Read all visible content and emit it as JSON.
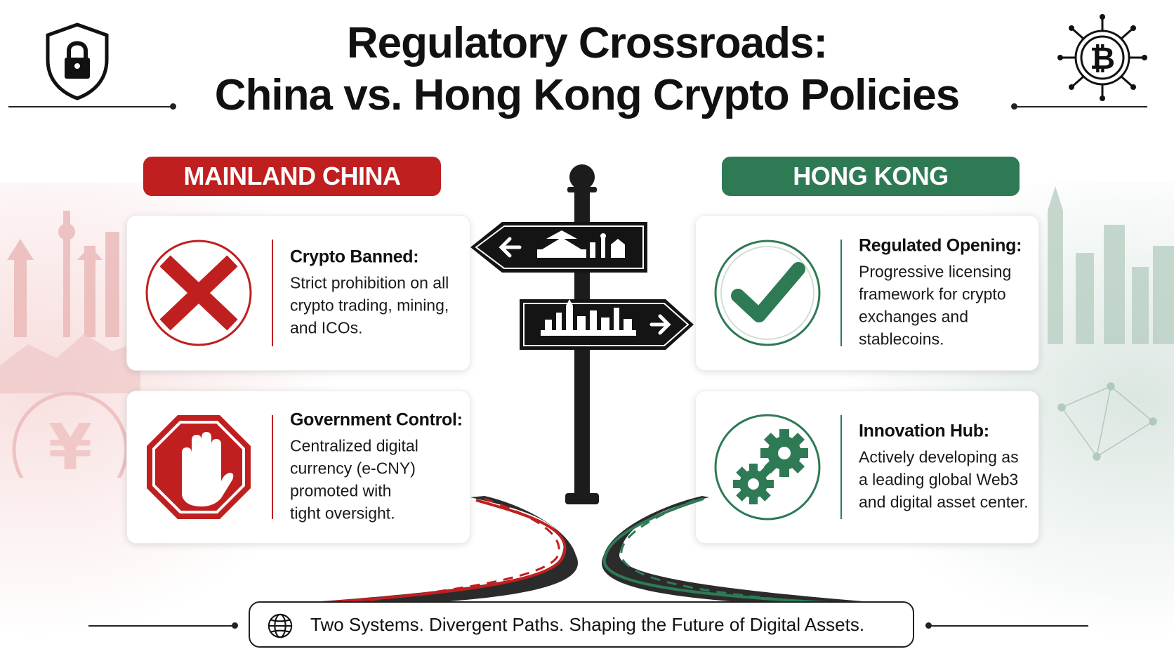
{
  "title": {
    "line1": "Regulatory Crossroads:",
    "line2": "China vs. Hong Kong Crypto Policies"
  },
  "icons": {
    "top_left": "lock-shield-icon",
    "top_right": "bitcoin-network-icon",
    "footer": "globe-icon"
  },
  "colors": {
    "china_red": "#c01f20",
    "hk_green": "#2e7a55"
  },
  "china": {
    "label": "MAINLAND CHINA",
    "cards": [
      {
        "icon": "red-x-icon",
        "heading": "Crypto Banned:",
        "lines": [
          "Strict prohibition on all",
          "crypto trading, mining,",
          "and ICOs."
        ]
      },
      {
        "icon": "stop-hand-icon",
        "heading": "Government Control:",
        "lines": [
          "Centralized digital",
          "currency (e-CNY)",
          "promoted with",
          "tight oversight."
        ]
      }
    ]
  },
  "hongkong": {
    "label": "HONG KONG",
    "cards": [
      {
        "icon": "green-check-icon",
        "heading": "Regulated Opening:",
        "lines": [
          "Progressive licensing",
          "framework for crypto",
          "exchanges and",
          "stablecoins."
        ]
      },
      {
        "icon": "gears-icon",
        "heading": "Innovation Hub:",
        "lines": [
          "Actively developing as",
          "a leading global Web3",
          "and digital asset center."
        ]
      }
    ]
  },
  "footer": {
    "text": "Two Systems. Divergent Paths. Shaping the Future of Digital Assets."
  }
}
